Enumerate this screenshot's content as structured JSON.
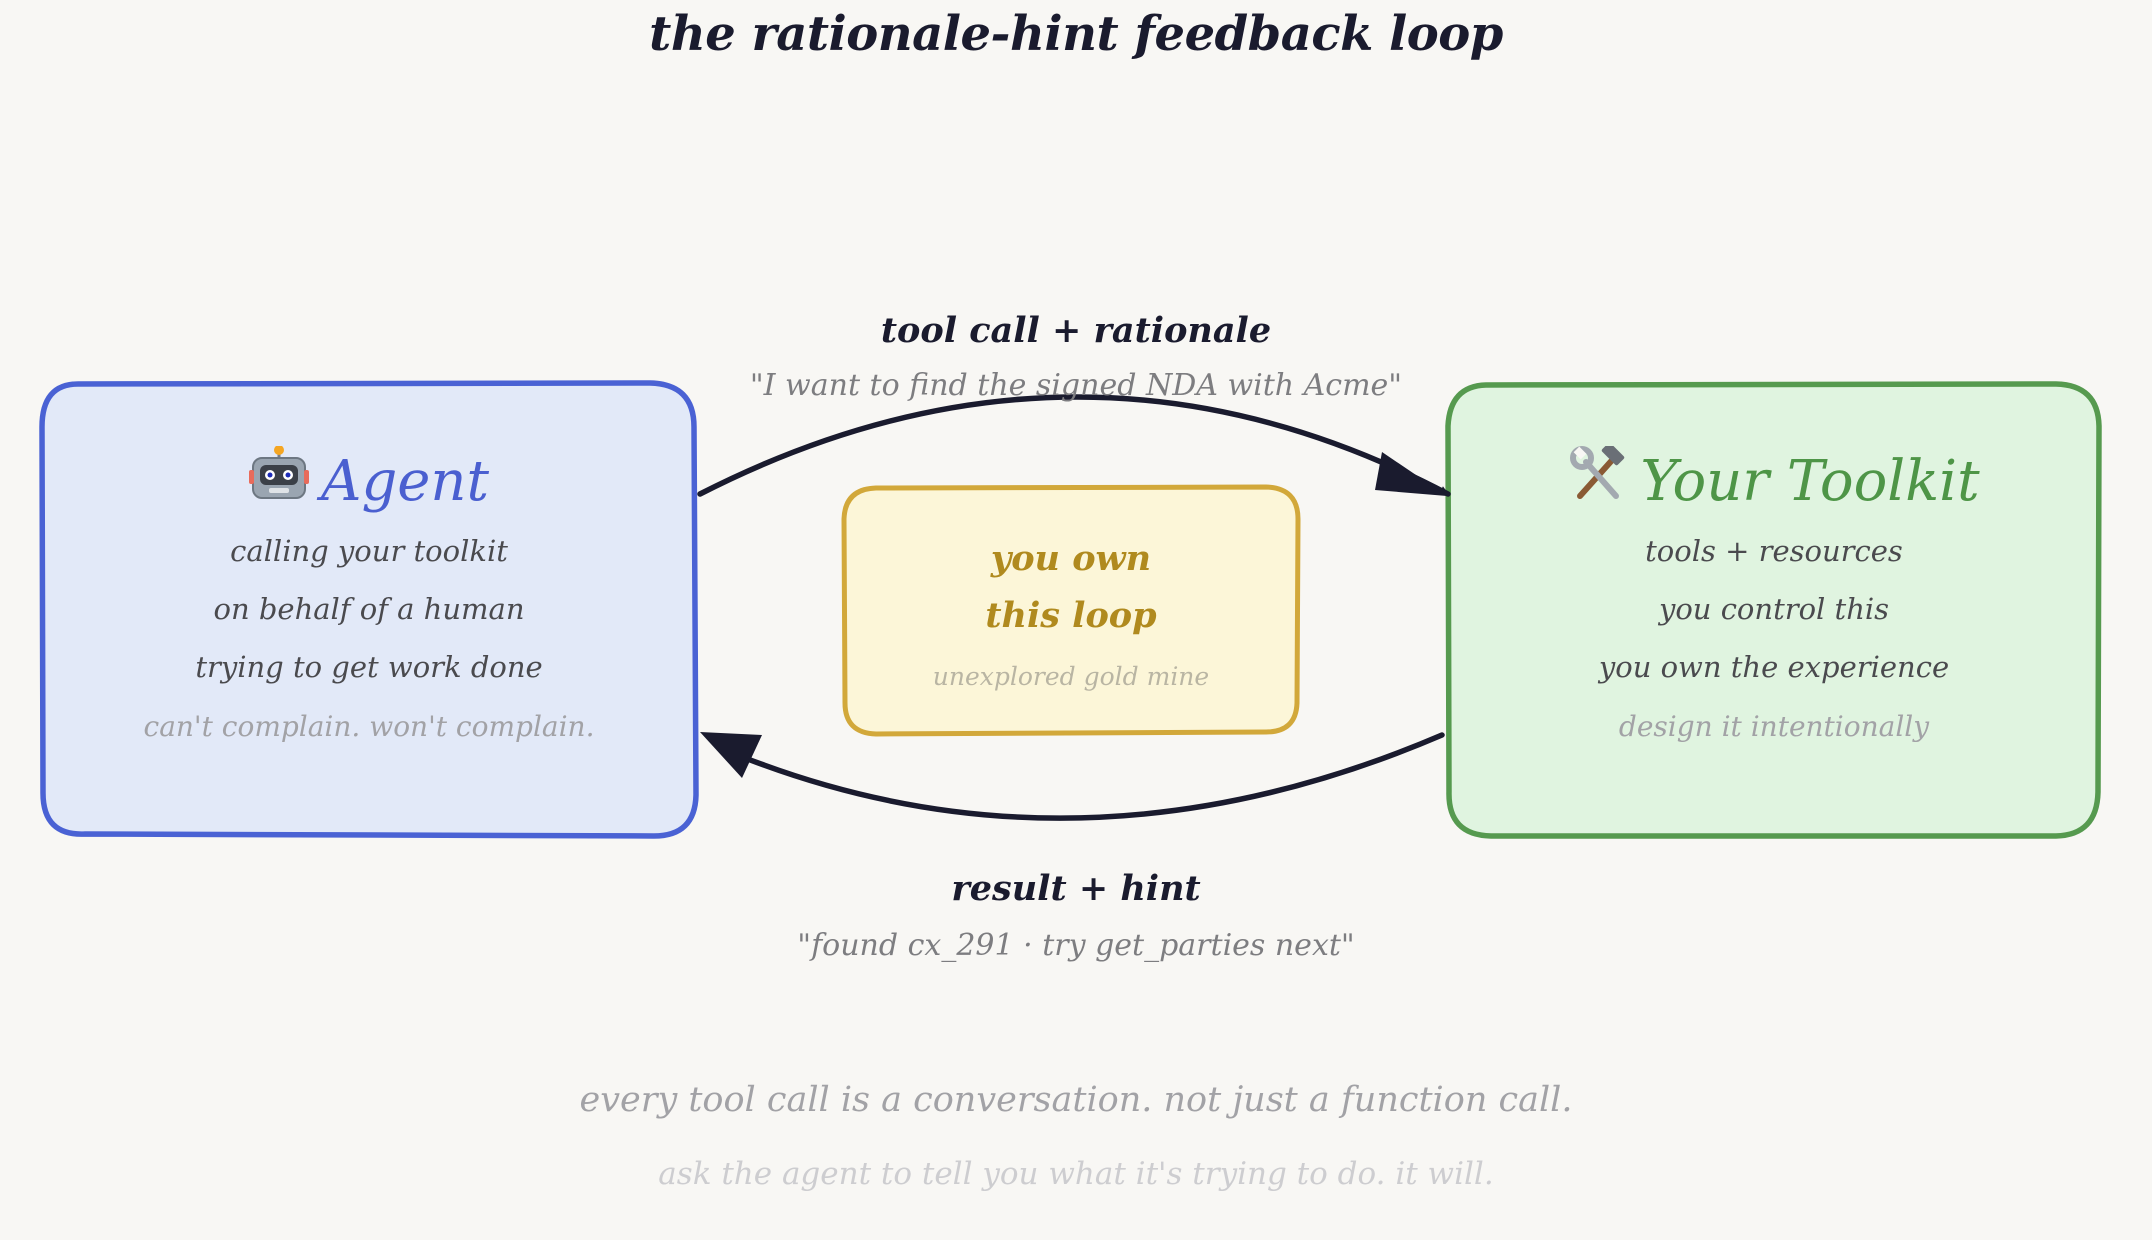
{
  "title": "the rationale-hint feedback loop",
  "agent": {
    "icon": "robot-icon",
    "title": "Agent",
    "lines": [
      "calling your toolkit",
      "on behalf of a human",
      "trying to get work done"
    ],
    "note": "can't complain. won't complain."
  },
  "toolkit": {
    "icon": "hammer-and-wrench-icon",
    "title": "Your Toolkit",
    "lines": [
      "tools + resources",
      "you control this",
      "you own the experience"
    ],
    "note": "design it intentionally"
  },
  "center": {
    "title_lines": [
      "you own",
      "this loop"
    ],
    "note": "unexplored gold mine"
  },
  "top_flow": {
    "label": "tool call + rationale",
    "example": "\"I want to find the signed NDA with Acme\""
  },
  "bottom_flow": {
    "label": "result + hint",
    "example": "\"found cx_291 · try get_parties next\""
  },
  "footer": {
    "main": "every tool call is a conversation. not just a function call.",
    "sub": "ask the agent to tell you what it's trying to do. it will."
  },
  "colors": {
    "agent_border": "#4a62d4",
    "agent_fill": "#e2e9f8",
    "agent_title": "#4a5fd0",
    "toolkit_border": "#569a4f",
    "toolkit_fill": "#e0f4e0",
    "toolkit_title": "#4e9547",
    "center_border": "#d2a83a",
    "center_fill": "#fcf6d8",
    "center_title": "#b08a1e",
    "arrow": "#1a1b2e"
  }
}
